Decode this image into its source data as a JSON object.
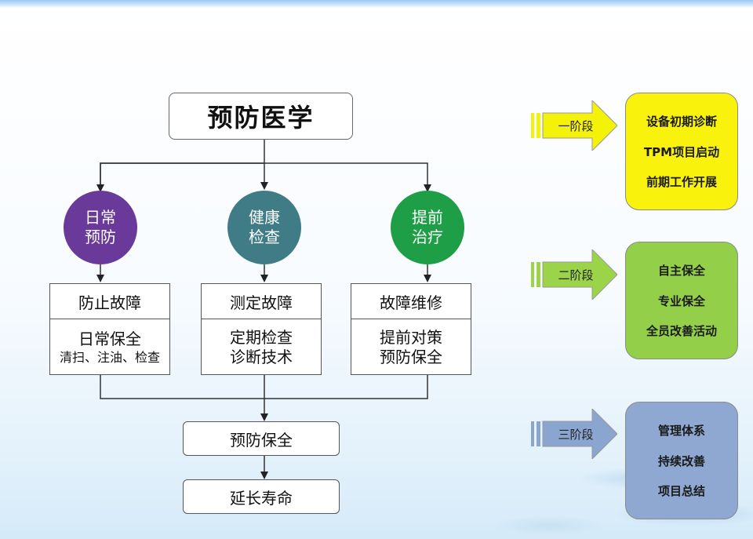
{
  "title": "预防医学",
  "branches": [
    {
      "circle_line1": "日常",
      "circle_line2": "预防",
      "color": "#6a3a9a",
      "head": "防止故障",
      "body_line1": "日常保全",
      "body_line2": "清扫、注油、检查"
    },
    {
      "circle_line1": "健康",
      "circle_line2": "检查",
      "color": "#3f7c86",
      "head": "测定故障",
      "body_line1": "定期检查",
      "body_line2": "诊断技术"
    },
    {
      "circle_line1": "提前",
      "circle_line2": "治疗",
      "color": "#1e9e46",
      "head": "故障维修",
      "body_line1": "提前对策",
      "body_line2": "预防保全"
    }
  ],
  "flow": {
    "step1": "预防保全",
    "step2": "延长寿命"
  },
  "stages": [
    {
      "label": "一阶段",
      "arrow_color": "#f5f20a",
      "box_color": "#f8f20c",
      "items": [
        "设备初期诊断",
        "TPM项目启动",
        "前期工作开展"
      ]
    },
    {
      "label": "二阶段",
      "arrow_color": "#9bd448",
      "box_color": "#93cf48",
      "items": [
        "自主保全",
        "专业保全",
        "全员改善活动"
      ]
    },
    {
      "label": "三阶段",
      "arrow_color": "#8aa5cf",
      "box_color": "#8ea8d2",
      "items": [
        "管理体系",
        "持续改善",
        "项目总结"
      ]
    }
  ]
}
